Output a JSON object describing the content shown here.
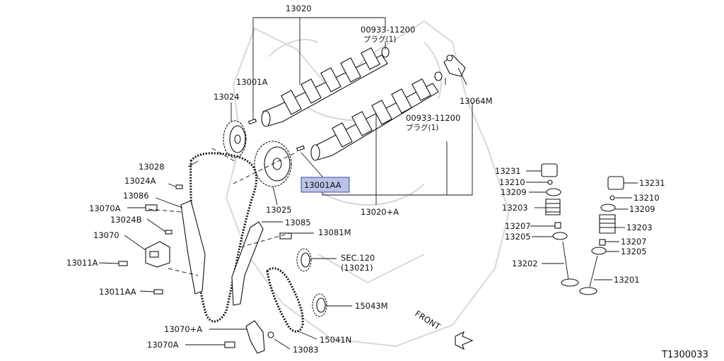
{
  "labels": {
    "p13020": "13020",
    "p00933_top": "00933-11200",
    "plug_top": "プラグ(1)",
    "p13001A": "13001A",
    "p13024": "13024",
    "p13064M": "13064M",
    "p00933_mid": "00933-11200",
    "plug_mid": "プラグ(1)",
    "p13028": "13028",
    "p13024A": "13024A",
    "p13086": "13086",
    "p13070A": "13070A",
    "p13024B": "13024B",
    "p13070": "13070",
    "p13011A": "13011A",
    "p13011AA": "13011AA",
    "p13025": "13025",
    "p13001AA": "13001AA",
    "p13020A": "13020+A",
    "p13085": "13085",
    "p13081M": "13081M",
    "sec120": "SEC.120",
    "sec120_sub": "(13021)",
    "p15043M": "15043M",
    "p15041N": "15041N",
    "p13070pA": "13070+A",
    "p13070A_b": "13070A",
    "p13083": "13083",
    "front": "FRONT",
    "L13231": "13231",
    "L13210": "13210",
    "L13209": "13209",
    "L13203": "13203",
    "L13207": "13207",
    "L13205": "13205",
    "L13202": "13202",
    "R13231": "13231",
    "R13210": "13210",
    "R13209": "13209",
    "R13203": "13203",
    "R13207": "13207",
    "R13205": "13205",
    "R13201": "13201",
    "diagram_ref": "T1300033"
  },
  "highlight": {
    "fill": "#b9c3e6",
    "stroke": "#3b4da0"
  }
}
